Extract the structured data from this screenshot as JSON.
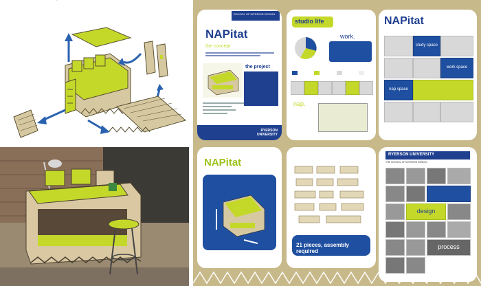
{
  "colors": {
    "green": "#c4d82a",
    "blue": "#1f4fa0",
    "board": "#c8b98a",
    "navy": "#1f3f8f",
    "lightgray": "#d8d8d8"
  },
  "panel1": {
    "title": "NAPitat",
    "the_concept": "the concept",
    "the_project": "the project",
    "brand": "RYERSON UNIVERSITY",
    "header_label": "SCHOOL OF INTERIOR DESIGN"
  },
  "panel2": {
    "title": "studio life",
    "work": "work.",
    "nap": "nap."
  },
  "panel3": {
    "title": "NAPitat",
    "tiles": [
      "study space",
      "work space",
      "nap space"
    ]
  },
  "panel4": {
    "title": "NAPitat"
  },
  "panel5": {
    "caption": "21 pieces, assembly required"
  },
  "panel6": {
    "brand": "RYERSON UNIVERSITY",
    "subtitle": "THE SCHOOL OF INTERIOR DESIGN",
    "design": "design",
    "process": "process"
  }
}
